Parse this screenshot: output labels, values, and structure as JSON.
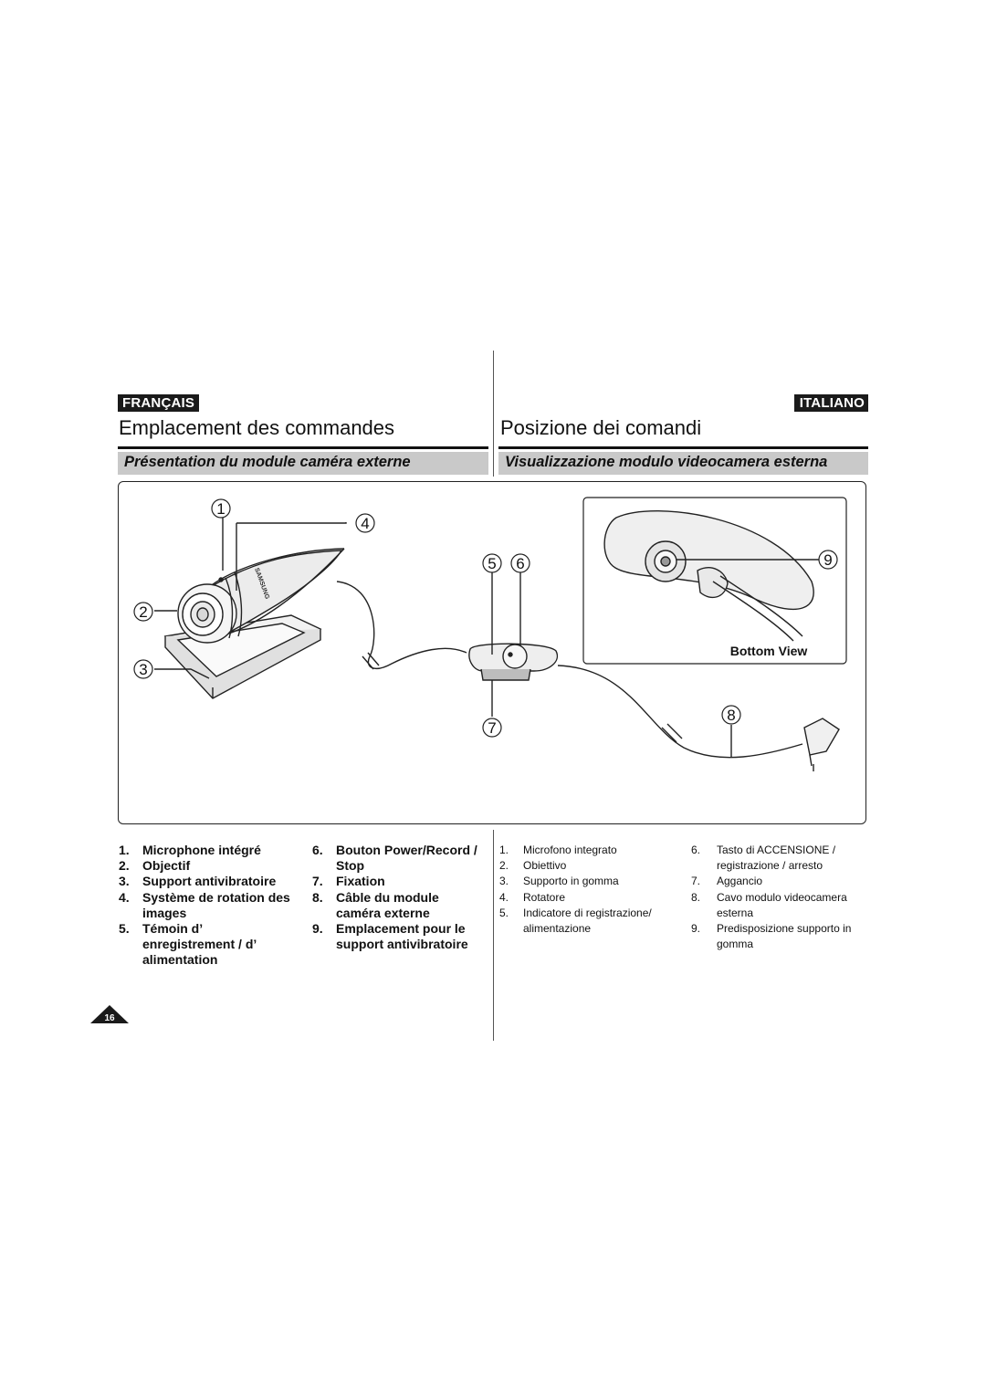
{
  "page": {
    "number": "16"
  },
  "left": {
    "language": "FRANÇAIS",
    "title": "Emplacement des commandes",
    "subtitle": "Présentation du module caméra externe",
    "col1": [
      {
        "num": "1.",
        "text": "Microphone intégré"
      },
      {
        "num": "2.",
        "text": "Objectif"
      },
      {
        "num": "3.",
        "text": "Support antivibratoire"
      },
      {
        "num": "4.",
        "text": "Système de rotation des images"
      },
      {
        "num": "5.",
        "text": "Témoin d’ enregistrement / d’ alimentation"
      }
    ],
    "col2": [
      {
        "num": "6.",
        "text": "Bouton Power/Record / Stop"
      },
      {
        "num": "7.",
        "text": "Fixation"
      },
      {
        "num": "8.",
        "text": "Câble du module caméra externe"
      },
      {
        "num": "9.",
        "text": "Emplacement pour le support antivibratoire"
      }
    ]
  },
  "right": {
    "language": "ITALIANO",
    "title": "Posizione dei comandi",
    "subtitle": "Visualizzazione modulo videocamera esterna",
    "col1": [
      {
        "num": "1.",
        "text": "Microfono integrato"
      },
      {
        "num": "2.",
        "text": "Obiettivo"
      },
      {
        "num": "3.",
        "text": "Supporto in gomma"
      },
      {
        "num": "4.",
        "text": "Rotatore"
      },
      {
        "num": "5.",
        "text": "Indicatore di registrazione/ alimentazione"
      }
    ],
    "col2": [
      {
        "num": "6.",
        "text": "Tasto di ACCENSIONE / registrazione / arresto"
      },
      {
        "num": "7.",
        "text": "Aggancio"
      },
      {
        "num": "8.",
        "text": "Cavo modulo videocamera esterna"
      },
      {
        "num": "9.",
        "text": "Predisposizione supporto in gomma"
      }
    ]
  },
  "figure": {
    "callouts": [
      "1",
      "2",
      "3",
      "4",
      "5",
      "6",
      "7",
      "8",
      "9"
    ],
    "inset_caption": "Bottom View",
    "brand_mark": "SAMSUNG"
  }
}
